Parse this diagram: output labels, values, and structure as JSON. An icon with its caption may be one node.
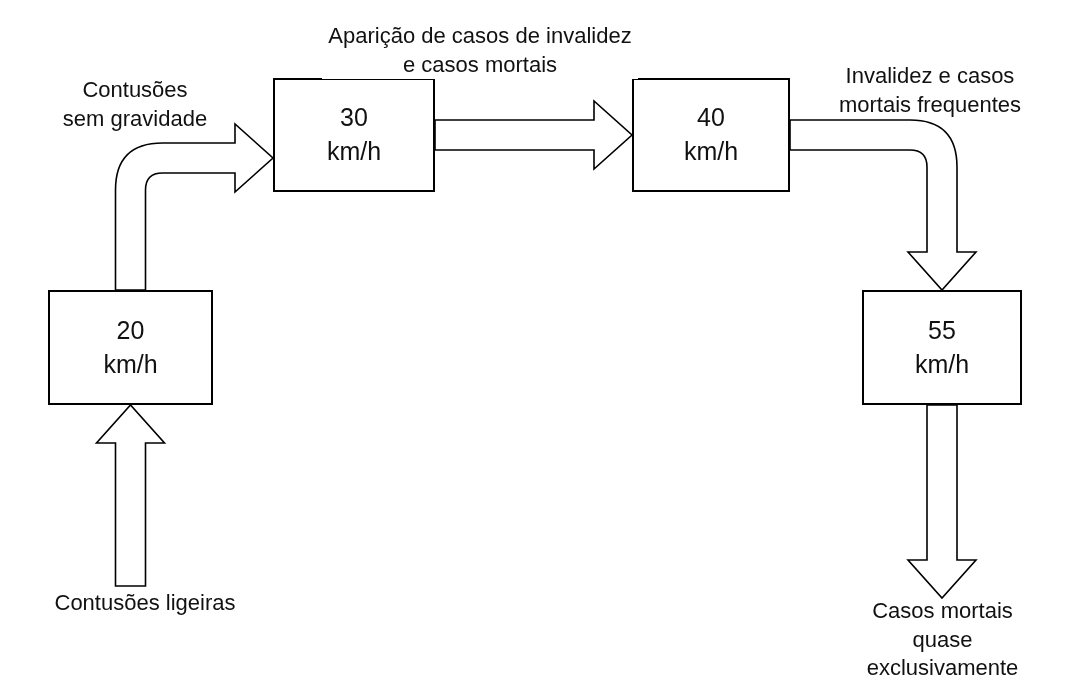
{
  "diagram": {
    "nodes": [
      {
        "text": [
          "Contusões ligeiras"
        ]
      },
      {
        "text": [
          "20 km/h"
        ]
      },
      {
        "text": [
          "30 km/h"
        ]
      },
      {
        "text": [
          "40 km/h"
        ]
      },
      {
        "text": [
          "55 km/h"
        ]
      },
      {
        "text": [
          "Casos mortais quase exclusivamente"
        ]
      }
    ],
    "edges": [
      {
        "from": 0,
        "to": 1,
        "arrow": "to"
      },
      {
        "from": 1,
        "to": 2,
        "arrow": "to",
        "label": "Contusões sem gravidade"
      },
      {
        "from": 2,
        "to": 3,
        "arrow": "to",
        "label": "Aparição de casos de invalidez e casos mortais"
      },
      {
        "from": 3,
        "to": 4,
        "arrow": "to",
        "label": "Invalidez e casos mortais frequentes"
      },
      {
        "from": 4,
        "to": 5,
        "arrow": "to"
      }
    ]
  }
}
